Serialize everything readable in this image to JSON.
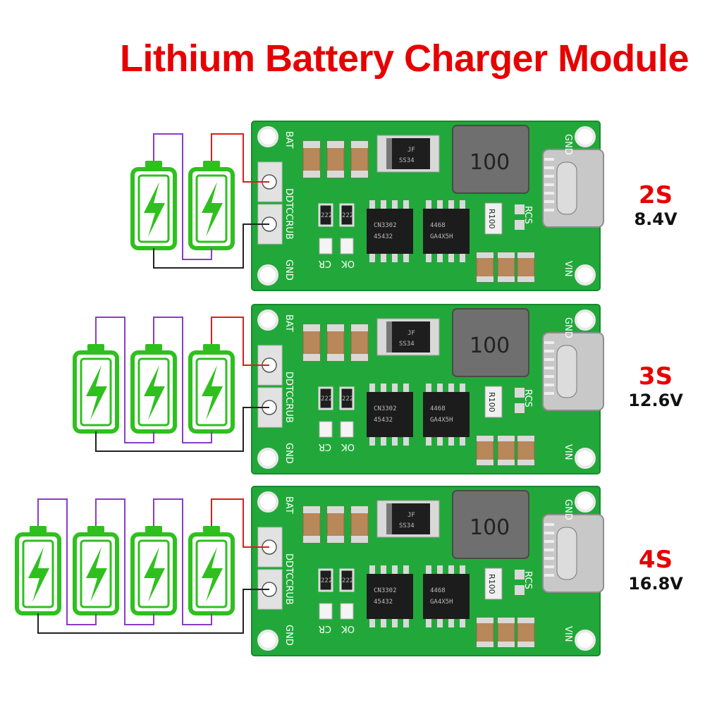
{
  "title": "Lithium Battery Charger Module",
  "colors": {
    "title": "#e60000",
    "pcb": "#22a83a",
    "battery": "#2fc01f",
    "wire_positive": "#d62020",
    "wire_series": "#8a3cc8",
    "wire_negative": "#222222"
  },
  "board_labels": {
    "bat": "BAT",
    "gnd": "GND",
    "vin": "VIN",
    "rcs": "RCS",
    "brand": "DDTCCRUB",
    "cr": "CR",
    "ok": "OK",
    "inductor": "100",
    "diode_top": "JF",
    "diode_bottom": "SS34",
    "chip1_top": "CN3302",
    "chip1_bottom": "45432",
    "chip2_top": "4468",
    "chip2_bottom": "GA4X5H",
    "resistor_big": "R100",
    "resistor_small": "222"
  },
  "variants": [
    {
      "series": "2S",
      "voltage": "8.4V",
      "cells": 2
    },
    {
      "series": "3S",
      "voltage": "12.6V",
      "cells": 3
    },
    {
      "series": "4S",
      "voltage": "16.8V",
      "cells": 4
    }
  ]
}
